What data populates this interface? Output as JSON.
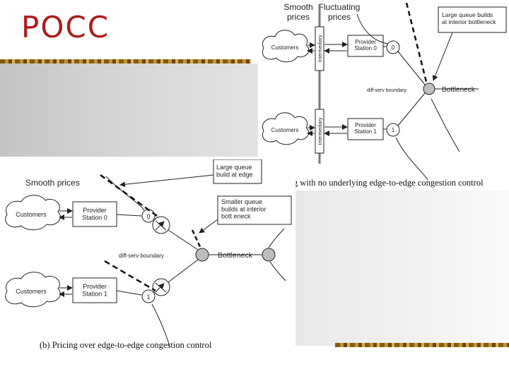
{
  "slide": {
    "title": "POCC"
  },
  "figure_a": {
    "smooth_prices": "Smooth\nprices",
    "fluctuating_prices": "Fluctuating\nprices",
    "intermediary": "Intermediary",
    "customers": "Customers",
    "provider_0": "Provider\nStation 0",
    "provider_1": "Provider\nStation 1",
    "node_0": "0",
    "node_1": "1",
    "bottleneck": "Bottleneck",
    "diffserv": "diff-serv boundary",
    "callout": "Large queue builds\nat interior bottleneck",
    "caption": "(a) Pricing with no underlying edge-to-edge congestion control"
  },
  "figure_b": {
    "smooth_prices": "Smooth prices",
    "customers": "Customers",
    "provider_0": "Provider\nStation 0",
    "provider_1": "Provider\nStation 1",
    "node_0": "0",
    "node_1": "1",
    "bottleneck": "Bottleneck",
    "diffserv": "diff-serv boundary",
    "callout_edge": "Large queue\nbuild at edge",
    "callout_interior": "Smaller queue\nbuilds at interior\nbott eneck",
    "caption": "(b) Pricing over edge-to-edge congestion control"
  },
  "colors": {
    "title": "#b01a1a",
    "stripe": "#a8741f",
    "node_gray": "#bdbdbd"
  }
}
